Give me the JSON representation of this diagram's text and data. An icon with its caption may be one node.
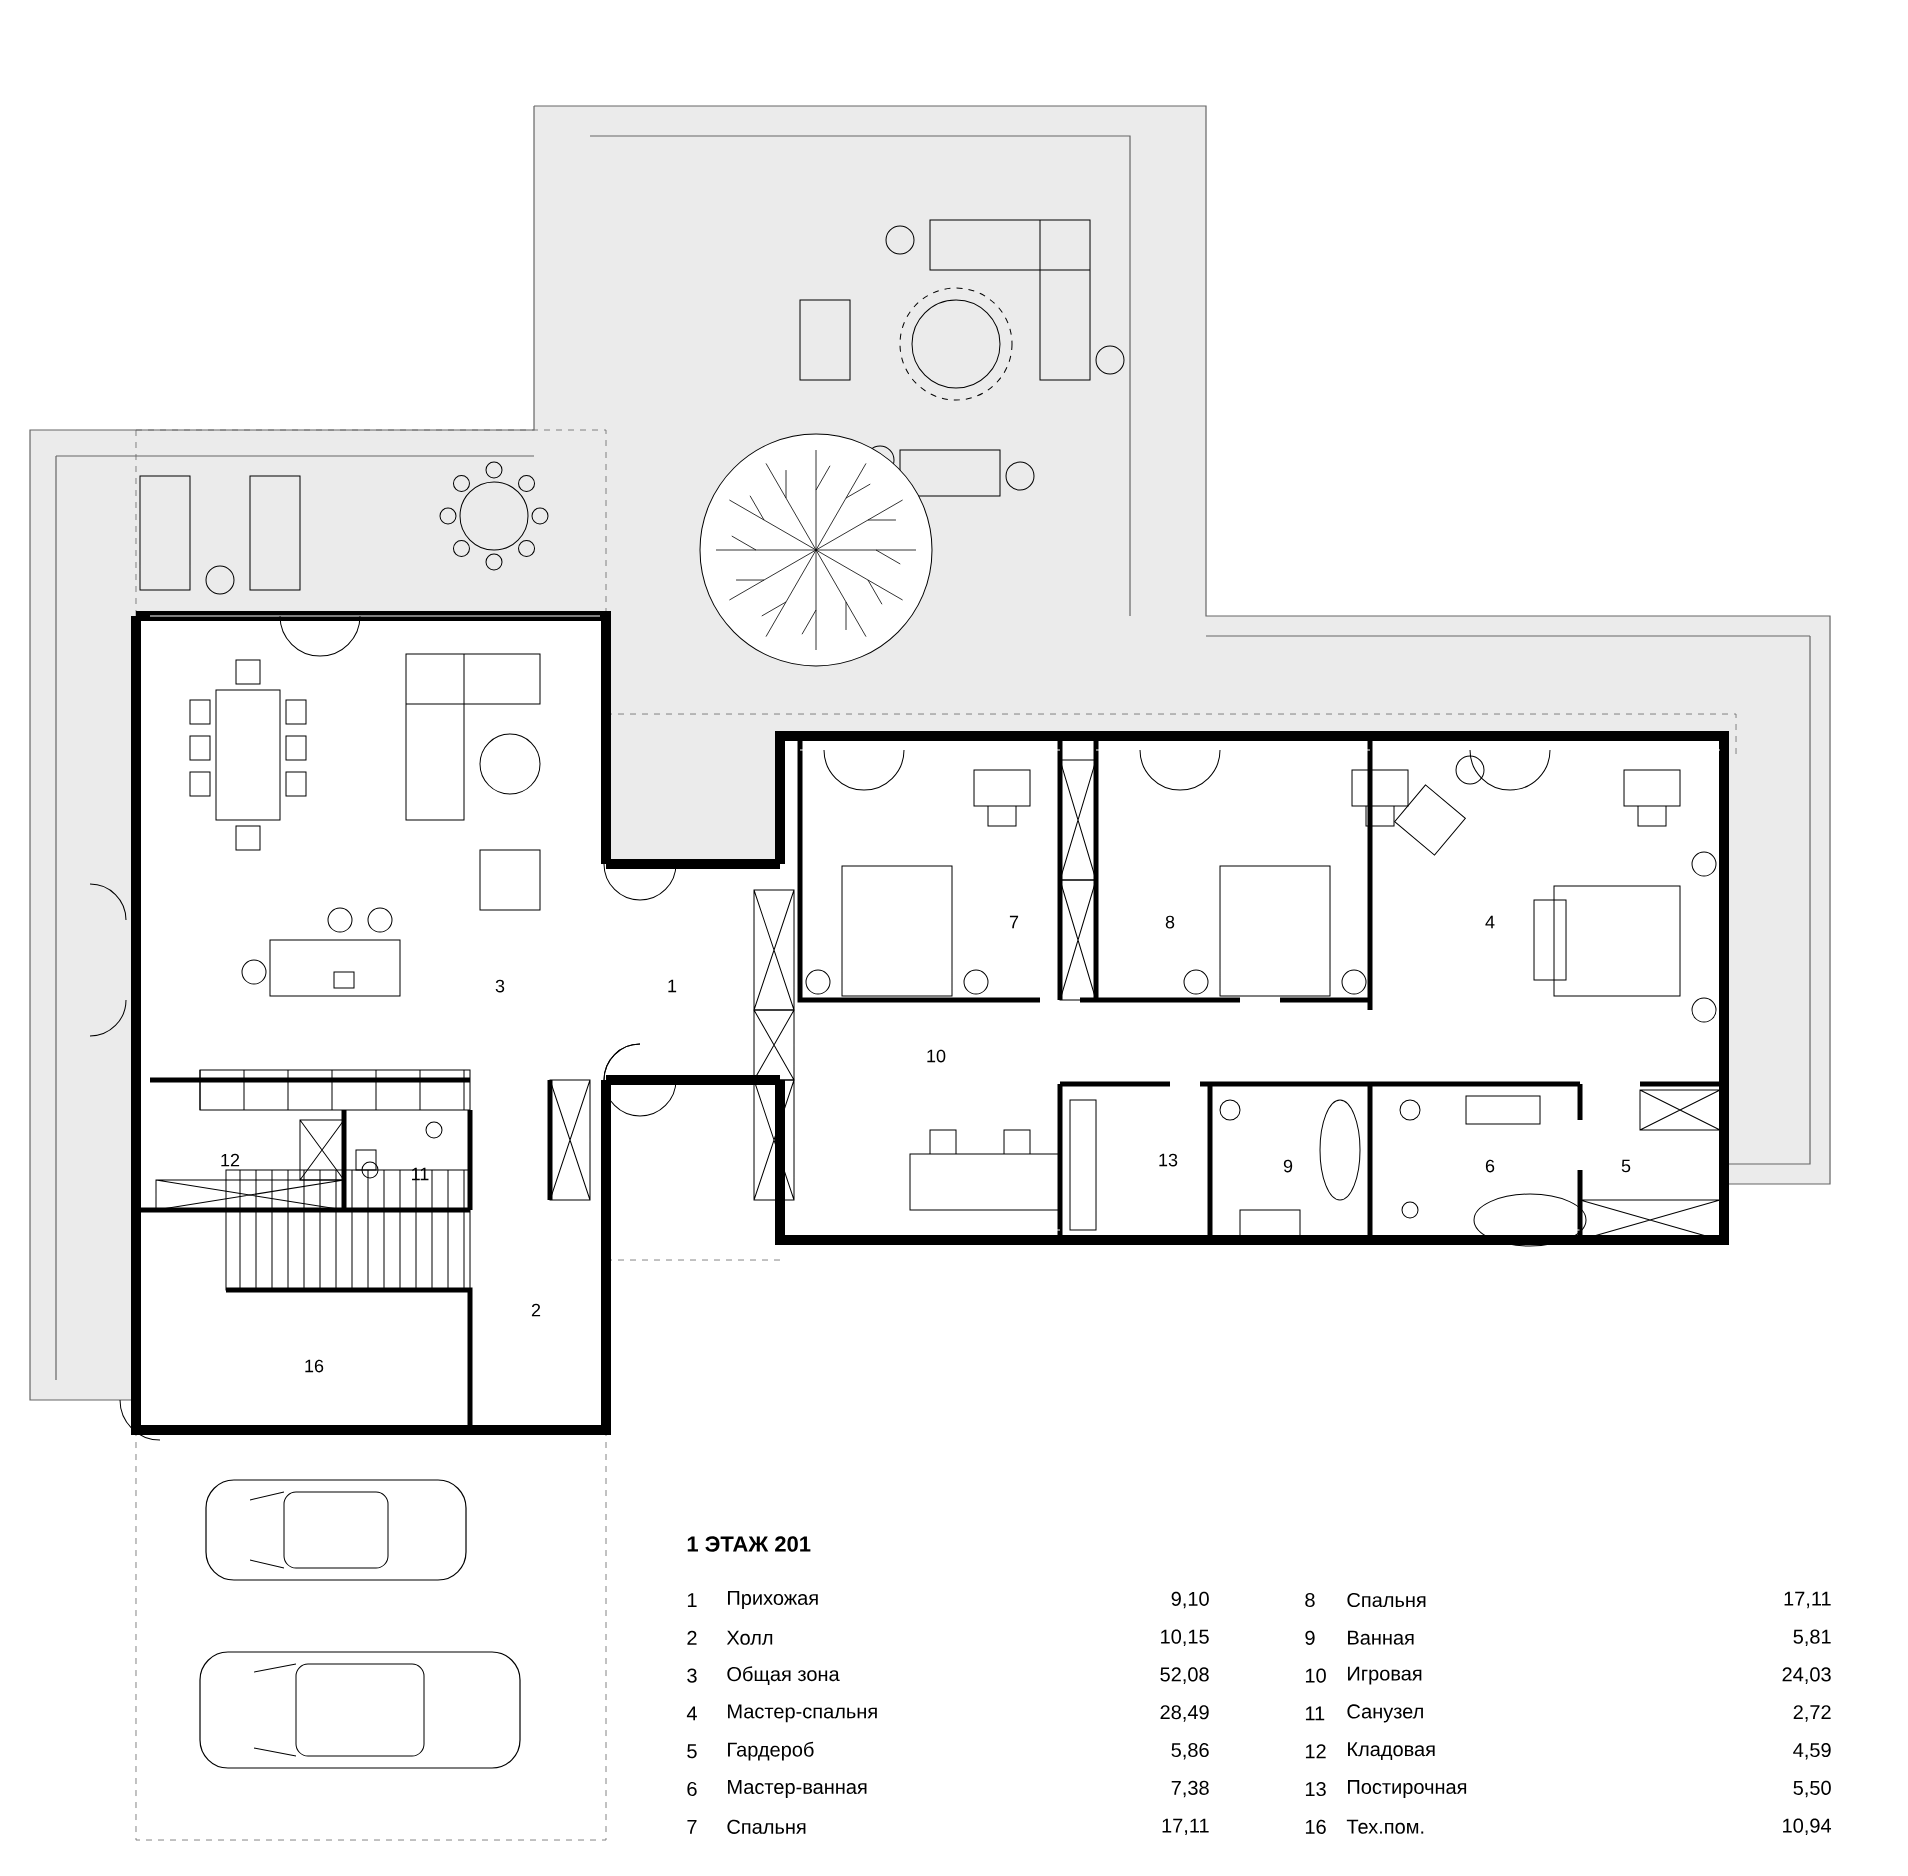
{
  "diagram": {
    "title": "1 ЭТАЖ 201",
    "labels": [
      "7",
      "8",
      "4",
      "3",
      "1",
      "10",
      "12",
      "13",
      "9",
      "6",
      "5",
      "11",
      "2",
      "16",
      "1",
      "Прихожая",
      "9,10",
      "8",
      "Спальня",
      "17,11",
      "2",
      "Холл",
      "10,15",
      "9",
      "Ванная",
      "5,81",
      "3",
      "Общая зона",
      "52,08",
      "10",
      "Игровая",
      "24,03",
      "4",
      "Мастер-спальня",
      "28,49",
      "11",
      "Санузел",
      "2,72",
      "5",
      "Гардероб",
      "5,86",
      "12",
      "Кладовая",
      "4,59",
      "6",
      "Мастер-ванная",
      "7,38",
      "13",
      "Постирочная",
      "5,50",
      "7",
      "Спальня",
      "17,11",
      "16",
      "Тех.пом.",
      "10,94"
    ]
  }
}
